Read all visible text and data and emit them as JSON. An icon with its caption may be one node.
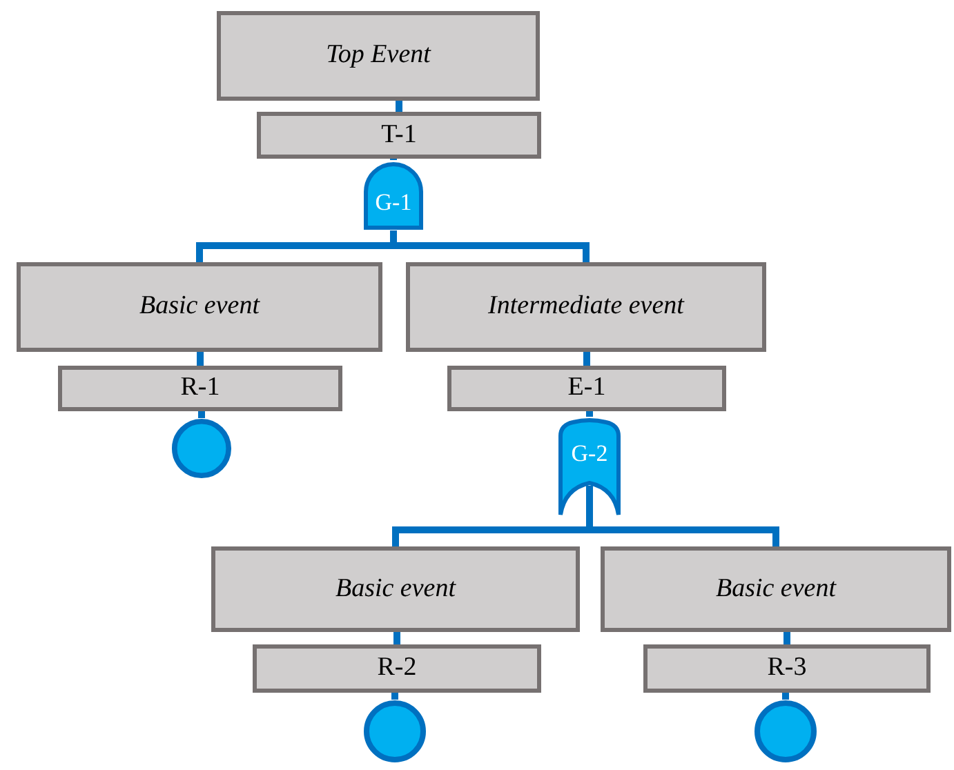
{
  "diagram": {
    "nodes": [
      {
        "text": [
          "Top Event"
        ]
      },
      {
        "text": [
          "T-1"
        ]
      },
      {
        "text": [
          "G-1"
        ]
      },
      {
        "text": [
          "Basic event"
        ]
      },
      {
        "text": [
          "R-1"
        ]
      },
      {
        "text": [],
        "shape": "circle"
      },
      {
        "text": [
          "Intermediate event"
        ]
      },
      {
        "text": [
          "E-1"
        ]
      },
      {
        "text": [
          "G-2"
        ]
      },
      {
        "text": [
          "Basic event"
        ]
      },
      {
        "text": [
          "R-2"
        ]
      },
      {
        "text": [],
        "shape": "circle"
      },
      {
        "text": [
          "Basic event"
        ]
      },
      {
        "text": [
          "R-3"
        ]
      },
      {
        "text": [],
        "shape": "circle"
      }
    ],
    "edges": [
      {
        "from": 0,
        "to": 1,
        "arrow": "none"
      },
      {
        "from": 1,
        "to": 2,
        "arrow": "none"
      },
      {
        "from": 2,
        "to": 3,
        "arrow": "none"
      },
      {
        "from": 2,
        "to": 6,
        "arrow": "none"
      },
      {
        "from": 3,
        "to": 4,
        "arrow": "none"
      },
      {
        "from": 4,
        "to": 5,
        "arrow": "none"
      },
      {
        "from": 6,
        "to": 7,
        "arrow": "none"
      },
      {
        "from": 7,
        "to": 8,
        "arrow": "none"
      },
      {
        "from": 8,
        "to": 9,
        "arrow": "none"
      },
      {
        "from": 8,
        "to": 12,
        "arrow": "none"
      },
      {
        "from": 9,
        "to": 10,
        "arrow": "none"
      },
      {
        "from": 10,
        "to": 11,
        "arrow": "none"
      },
      {
        "from": 12,
        "to": 13,
        "arrow": "none"
      },
      {
        "from": 13,
        "to": 14,
        "arrow": "none"
      }
    ]
  }
}
